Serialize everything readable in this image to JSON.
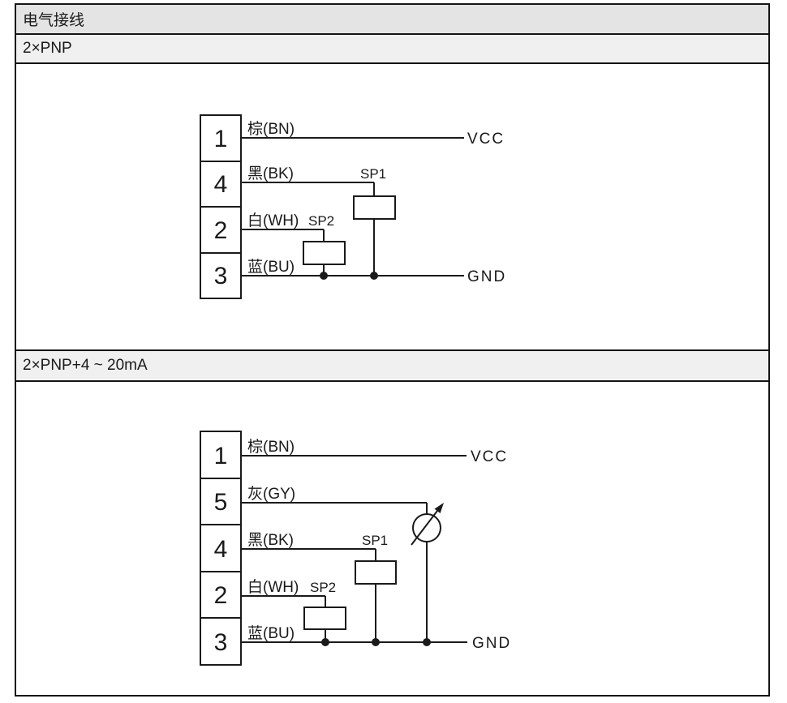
{
  "page": {
    "header_title": "电气接线"
  },
  "sections": [
    {
      "heading": "2×PNP",
      "pins": [
        "1",
        "4",
        "2",
        "3"
      ],
      "labels": {
        "wire1": "棕(BN)",
        "wire2": "黑(BK)",
        "wire3": "白(WH)",
        "wire4": "蓝(BU)",
        "sp1": "SP1",
        "sp2": "SP2",
        "vcc": "VCC",
        "gnd": "GND"
      }
    },
    {
      "heading": "2×PNP+4 ~ 20mA",
      "pins": [
        "1",
        "5",
        "4",
        "2",
        "3"
      ],
      "labels": {
        "wire1": "棕(BN)",
        "wire2": "灰(GY)",
        "wire3": "黑(BK)",
        "wire4": "白(WH)",
        "wire5": "蓝(BU)",
        "sp1": "SP1",
        "sp2": "SP2",
        "vcc": "VCC",
        "gnd": "GND"
      },
      "icons": {
        "meter": "analog-current-meter"
      }
    }
  ],
  "colors": {
    "line": "#1a1a1a",
    "border": "#141414",
    "header_bg": "#e4e4e4",
    "subrow_bg": "#f0f0f0",
    "page_bg": "#ffffff"
  }
}
